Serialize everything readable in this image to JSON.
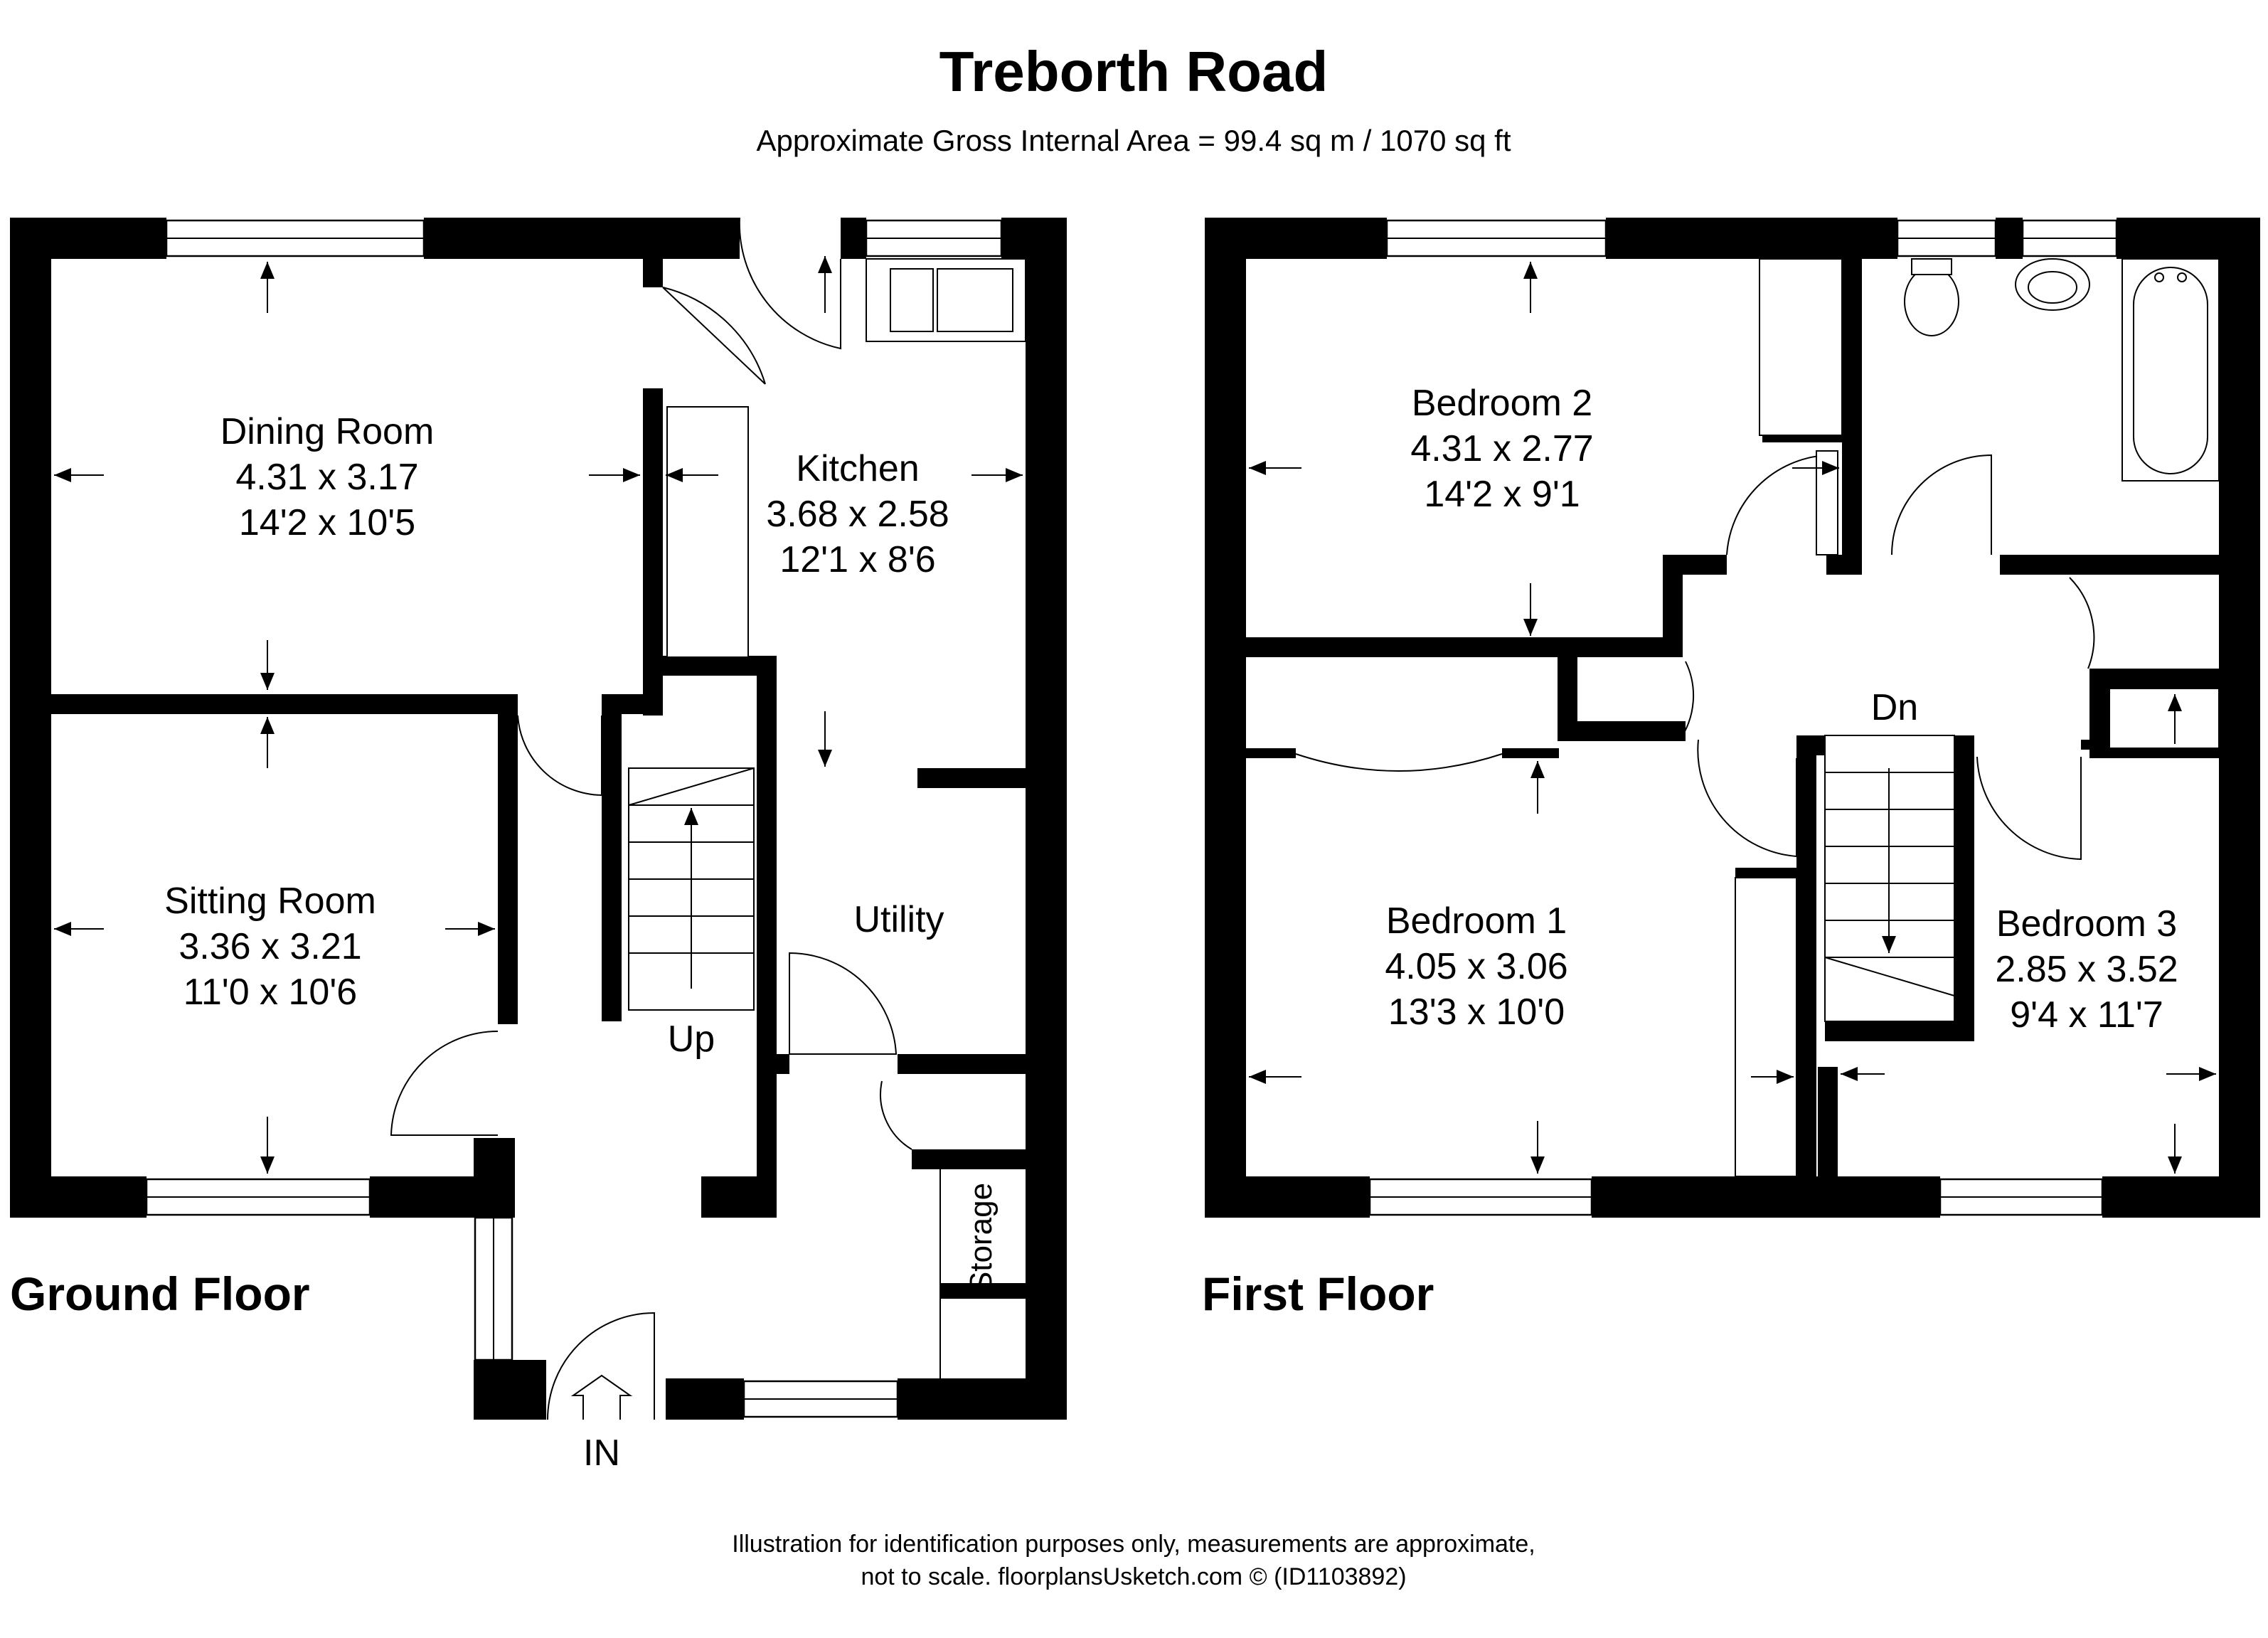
{
  "header": {
    "title": "Treborth Road",
    "subtitle": "Approximate Gross Internal Area = 99.4 sq m / 1070 sq ft"
  },
  "ground_floor": {
    "label": "Ground Floor",
    "rooms": {
      "dining": {
        "name": "Dining Room",
        "metric": "4.31 x 3.17",
        "imperial": "14'2 x 10'5"
      },
      "kitchen": {
        "name": "Kitchen",
        "metric": "3.68 x 2.58",
        "imperial": "12'1 x 8'6"
      },
      "sitting": {
        "name": "Sitting Room",
        "metric": "3.36 x 3.21",
        "imperial": "11'0 x 10'6"
      },
      "utility": {
        "name": "Utility"
      },
      "storage": {
        "name": "Storage"
      }
    },
    "stairs_label": "Up",
    "entrance_label": "IN"
  },
  "first_floor": {
    "label": "First Floor",
    "rooms": {
      "bedroom2": {
        "name": "Bedroom 2",
        "metric": "4.31 x 2.77",
        "imperial": "14'2 x 9'1"
      },
      "bedroom1": {
        "name": "Bedroom 1",
        "metric": "4.05 x 3.06",
        "imperial": "13'3 x 10'0"
      },
      "bedroom3": {
        "name": "Bedroom 3",
        "metric": "2.85 x 3.52",
        "imperial": "9'4 x 11'7"
      }
    },
    "stairs_label": "Dn"
  },
  "footer": {
    "line1": "Illustration for identification purposes only, measurements are approximate,",
    "line2": "not to scale. floorplansUsketch.com © (ID1103892)"
  }
}
